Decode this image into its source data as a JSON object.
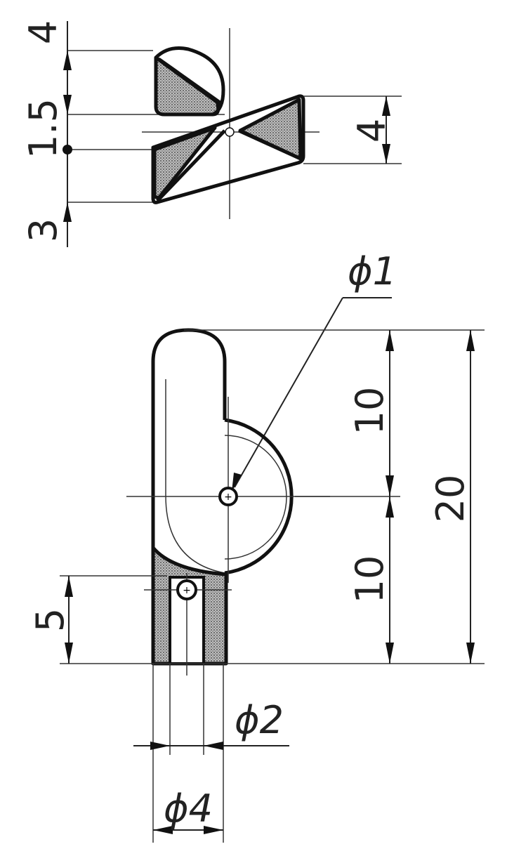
{
  "dimensions": {
    "top_4": "4",
    "top_1_5": "1.5",
    "top_3": "3",
    "top_right_4": "4",
    "phi1": "ϕ1",
    "dim_10_upper": "10",
    "dim_10_lower": "10",
    "dim_20": "20",
    "dim_5": "5",
    "phi2": "ϕ2",
    "phi4": "ϕ4"
  },
  "colors": {
    "line": "#111111",
    "hatch_fill": "#9a9a9a",
    "background": "#ffffff"
  }
}
